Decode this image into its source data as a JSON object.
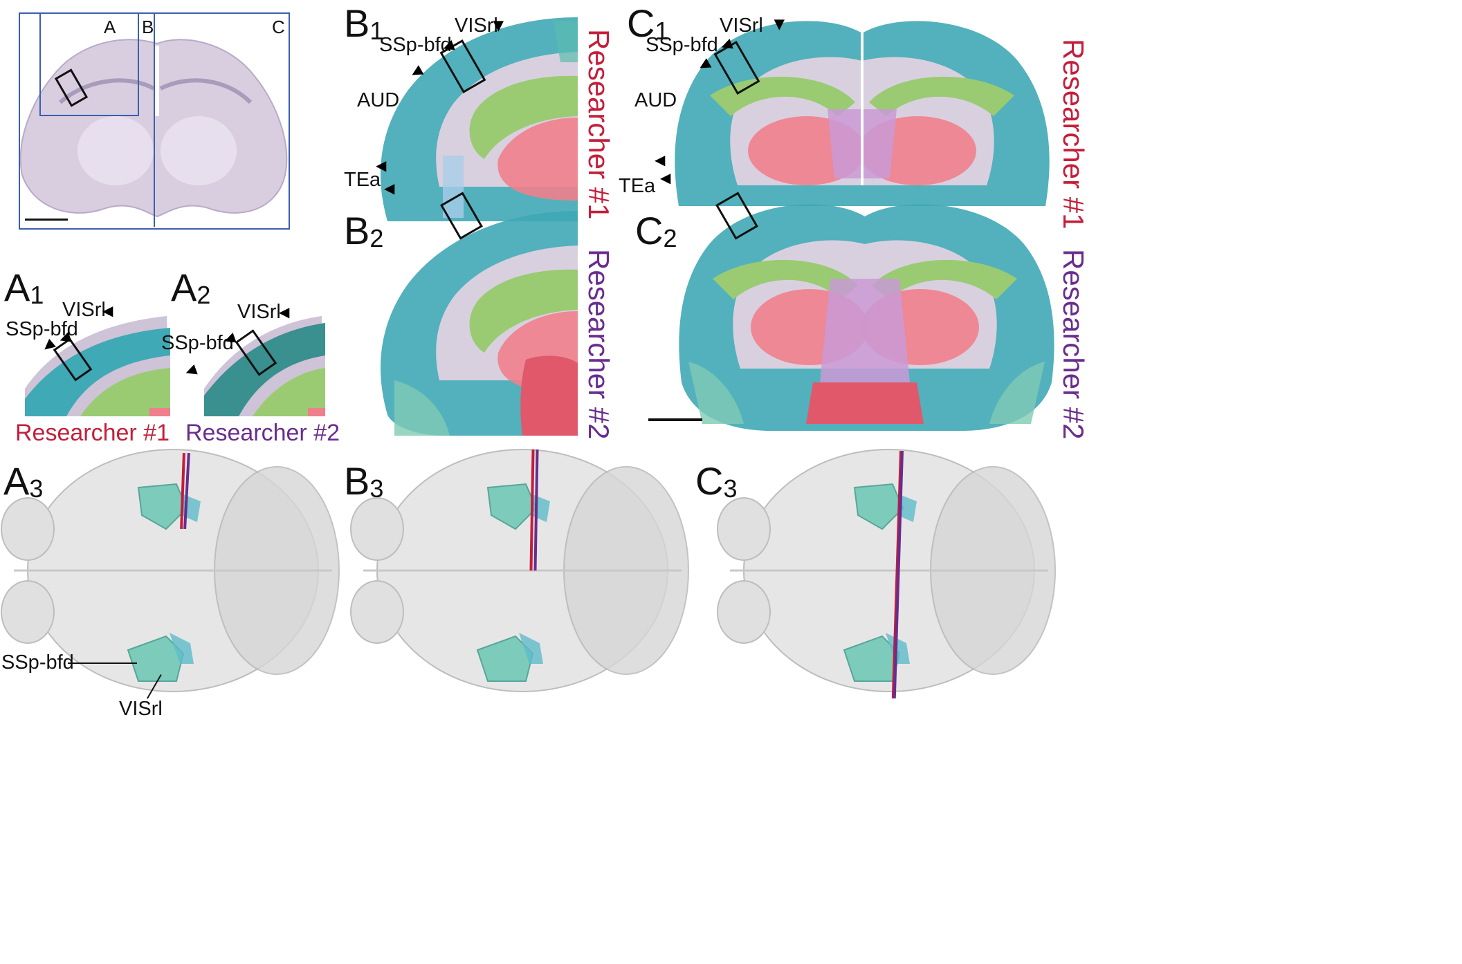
{
  "colors": {
    "researcher1": "#c41e3a",
    "researcher2": "#6a2c8e",
    "cortex_teal": "#3fa9b5",
    "hippo_green": "#9acb72",
    "thalamus_pink": "#ef7f8c",
    "lavender": "#c99ad6",
    "nissl": "#cfc3d8",
    "brain_gray": "#e6e6e6",
    "roi_green": "#6ac7b4",
    "box_blue": "#3a5fb0"
  },
  "overview": {
    "box_a": "A",
    "box_b": "B",
    "box_c": "C"
  },
  "panels": {
    "a1": {
      "letter": "A",
      "sub": "1"
    },
    "a2": {
      "letter": "A",
      "sub": "2"
    },
    "a3": {
      "letter": "A",
      "sub": "3"
    },
    "b1": {
      "letter": "B",
      "sub": "1"
    },
    "b2": {
      "letter": "B",
      "sub": "2"
    },
    "b3": {
      "letter": "B",
      "sub": "3"
    },
    "c1": {
      "letter": "C",
      "sub": "1"
    },
    "c2": {
      "letter": "C",
      "sub": "2"
    },
    "c3": {
      "letter": "C",
      "sub": "3"
    }
  },
  "regions": {
    "visrl": "VISrl",
    "ssp_bfd": "SSp-bfd",
    "aud": "AUD",
    "tea": "TEa"
  },
  "researchers": {
    "r1": "Researcher #1",
    "r2": "Researcher #2"
  }
}
